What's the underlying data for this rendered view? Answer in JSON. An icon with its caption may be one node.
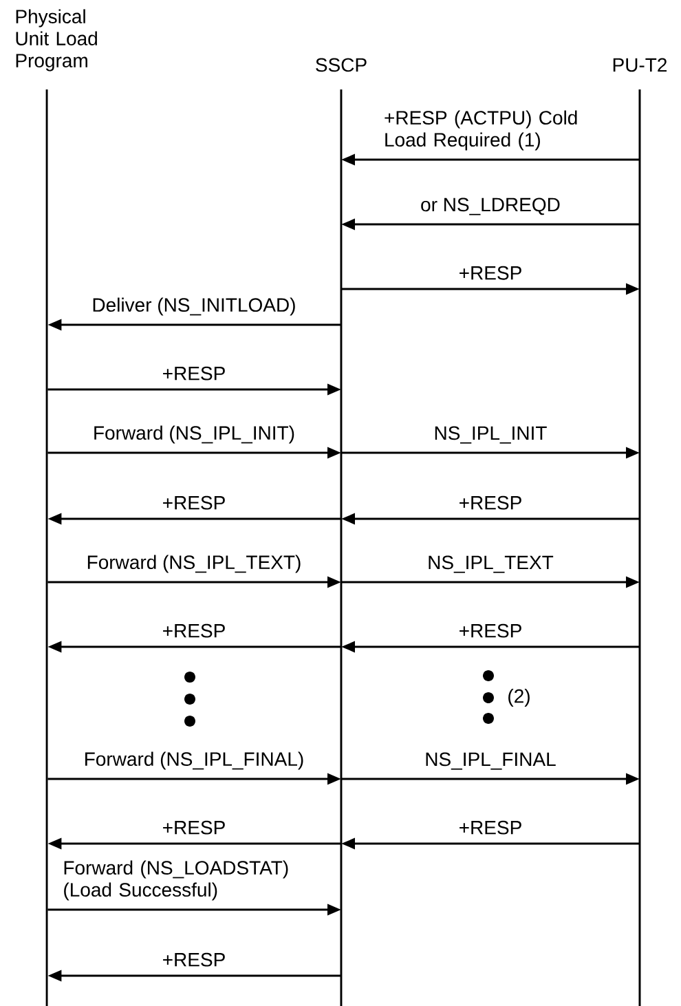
{
  "diagram": {
    "nodes": [
      {
        "text": [
          "Physical Unit Load Program"
        ]
      },
      {
        "text": [
          "SSCP"
        ]
      },
      {
        "text": [
          "PU-T2"
        ]
      }
    ],
    "edges": [
      {
        "from": 2,
        "to": 1,
        "arrow": "to",
        "label": "+RESP (ACTPU) Cold Load Required (1)"
      },
      {
        "from": 2,
        "to": 1,
        "arrow": "to",
        "label": "or NS_LDREQD"
      },
      {
        "from": 1,
        "to": 2,
        "arrow": "to",
        "label": "+RESP"
      },
      {
        "from": 1,
        "to": 0,
        "arrow": "to",
        "label": "Deliver (NS_INITLOAD)"
      },
      {
        "from": 0,
        "to": 1,
        "arrow": "to",
        "label": "+RESP"
      },
      {
        "from": 0,
        "to": 1,
        "arrow": "to",
        "label": "Forward (NS_IPL_INIT)"
      },
      {
        "from": 1,
        "to": 2,
        "arrow": "to",
        "label": "NS_IPL_INIT"
      },
      {
        "from": 1,
        "to": 0,
        "arrow": "to",
        "label": "+RESP"
      },
      {
        "from": 2,
        "to": 1,
        "arrow": "to",
        "label": "+RESP"
      },
      {
        "from": 0,
        "to": 1,
        "arrow": "to",
        "label": "Forward (NS_IPL_TEXT)"
      },
      {
        "from": 1,
        "to": 2,
        "arrow": "to",
        "label": "NS_IPL_TEXT"
      },
      {
        "from": 1,
        "to": 0,
        "arrow": "to",
        "label": "+RESP"
      },
      {
        "from": 2,
        "to": 1,
        "arrow": "to",
        "label": "+RESP"
      },
      {
        "from": 0,
        "to": 1,
        "arrow": "to",
        "label": "Forward (NS_IPL_FINAL)"
      },
      {
        "from": 1,
        "to": 2,
        "arrow": "to",
        "label": "NS_IPL_FINAL"
      },
      {
        "from": 1,
        "to": 0,
        "arrow": "to",
        "label": "+RESP"
      },
      {
        "from": 2,
        "to": 1,
        "arrow": "to",
        "label": "+RESP"
      },
      {
        "from": 0,
        "to": 1,
        "arrow": "to",
        "label": "Forward (NS_LOADSTAT) (Load Successful)"
      },
      {
        "from": 1,
        "to": 0,
        "arrow": "to",
        "label": "+RESP"
      }
    ],
    "labels": [
      "(2)"
    ]
  }
}
